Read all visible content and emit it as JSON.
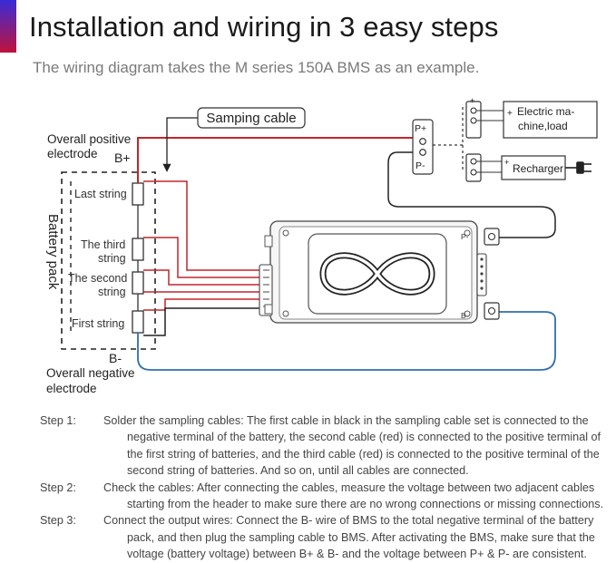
{
  "title": "Installation and wiring in 3 easy steps",
  "subtitle": "The wiring diagram takes the M series 150A BMS as an example.",
  "diagram": {
    "sampling_cable": "Samping cable",
    "overall_positive": [
      "Overall positive",
      "electrode"
    ],
    "b_plus": "B+",
    "battery_pack": "Battery pack",
    "strings": {
      "last": "Last string",
      "third": [
        "The third",
        "string"
      ],
      "second": [
        "The second",
        "string"
      ],
      "first": "First string"
    },
    "b_minus": "B-",
    "overall_negative": [
      "Overall negative",
      "electrode"
    ],
    "port_labels": [
      "P+",
      "P-"
    ],
    "electric_machine": [
      "Electric ma-",
      "chine,load"
    ],
    "recharger": "Recharger",
    "bms_p_minus": "P-",
    "bms_b_minus": "B-",
    "plus_sign": "+",
    "minus_sign": "-",
    "colors": {
      "red": "#c0262b",
      "blue": "#2f6fb0",
      "dark": "#2a2a2a"
    }
  },
  "steps": [
    {
      "label": "Step 1:",
      "text": "Solder the sampling cables: The first cable in black in the sampling cable set is connected to the negative terminal of the battery, the second cable (red) is connected to the positive terminal of the first string of batteries, and the third cable (red) is connected to the positive terminal of the second string of batteries. And so on, until all cables are connected."
    },
    {
      "label": "Step 2:",
      "text": "Check the cables: After connecting the cables, measure the voltage between two adjacent cables starting from the header to make sure there are no wrong connections or missing connections."
    },
    {
      "label": "Step 3:",
      "text": "Connect the output wires: Connect the B- wire of BMS to the total negative terminal of the battery pack, and then plug the sampling cable to BMS. After activating the BMS, make sure that the voltage (battery voltage) between B+ & B- and the voltage between P+ & P- are consistent."
    }
  ]
}
